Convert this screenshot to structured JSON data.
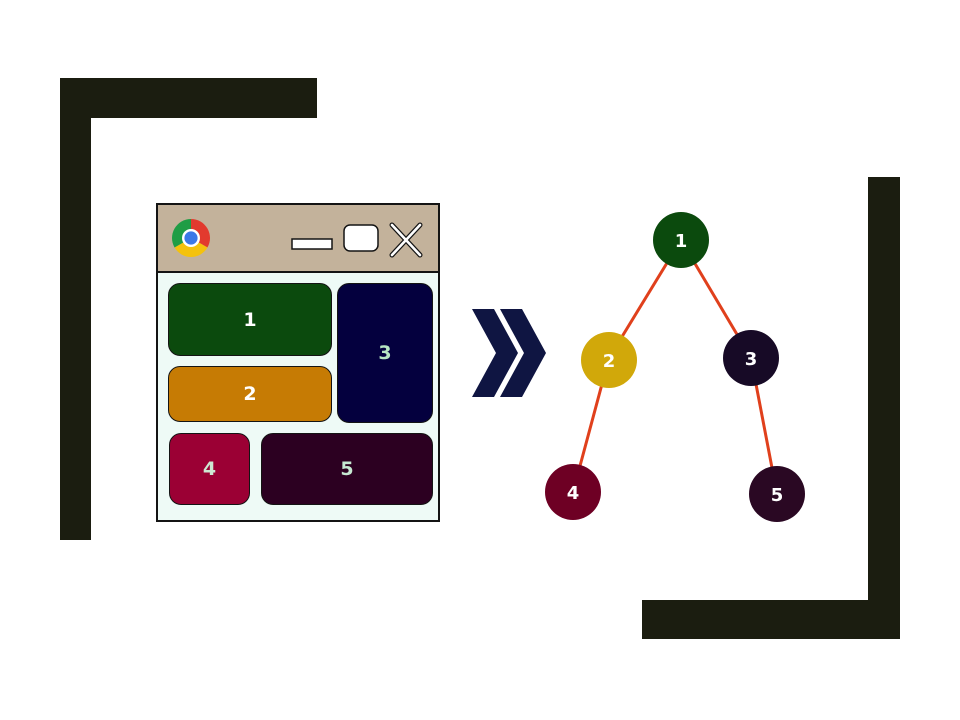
{
  "colors": {
    "bracket": "#1b1d10",
    "titlebar": "#c3b29b",
    "window_body": "#eefaf6",
    "panel_1": "#0b4a0d",
    "panel_2": "#c67b04",
    "panel_3": "#04003e",
    "panel_4": "#9b0034",
    "panel_5": "#2c0021",
    "node_1": "#0b4a0d",
    "node_2": "#d1a80a",
    "node_3": "#170a26",
    "node_4": "#6e0024",
    "node_5": "#2a0823",
    "edge": "#e0401c",
    "chevron": "#0f1542"
  },
  "window": {
    "icon": "chrome-icon",
    "controls": [
      "minimize-icon",
      "maximize-icon",
      "close-icon"
    ],
    "panels": [
      {
        "label": "1"
      },
      {
        "label": "2"
      },
      {
        "label": "3"
      },
      {
        "label": "4"
      },
      {
        "label": "5"
      }
    ]
  },
  "arrow_icon": "double-chevron-right-icon",
  "tree": {
    "nodes": [
      {
        "label": "1"
      },
      {
        "label": "2"
      },
      {
        "label": "3"
      },
      {
        "label": "4"
      },
      {
        "label": "5"
      }
    ],
    "edges": [
      [
        "1",
        "2"
      ],
      [
        "1",
        "3"
      ],
      [
        "2",
        "4"
      ],
      [
        "3",
        "5"
      ]
    ]
  }
}
